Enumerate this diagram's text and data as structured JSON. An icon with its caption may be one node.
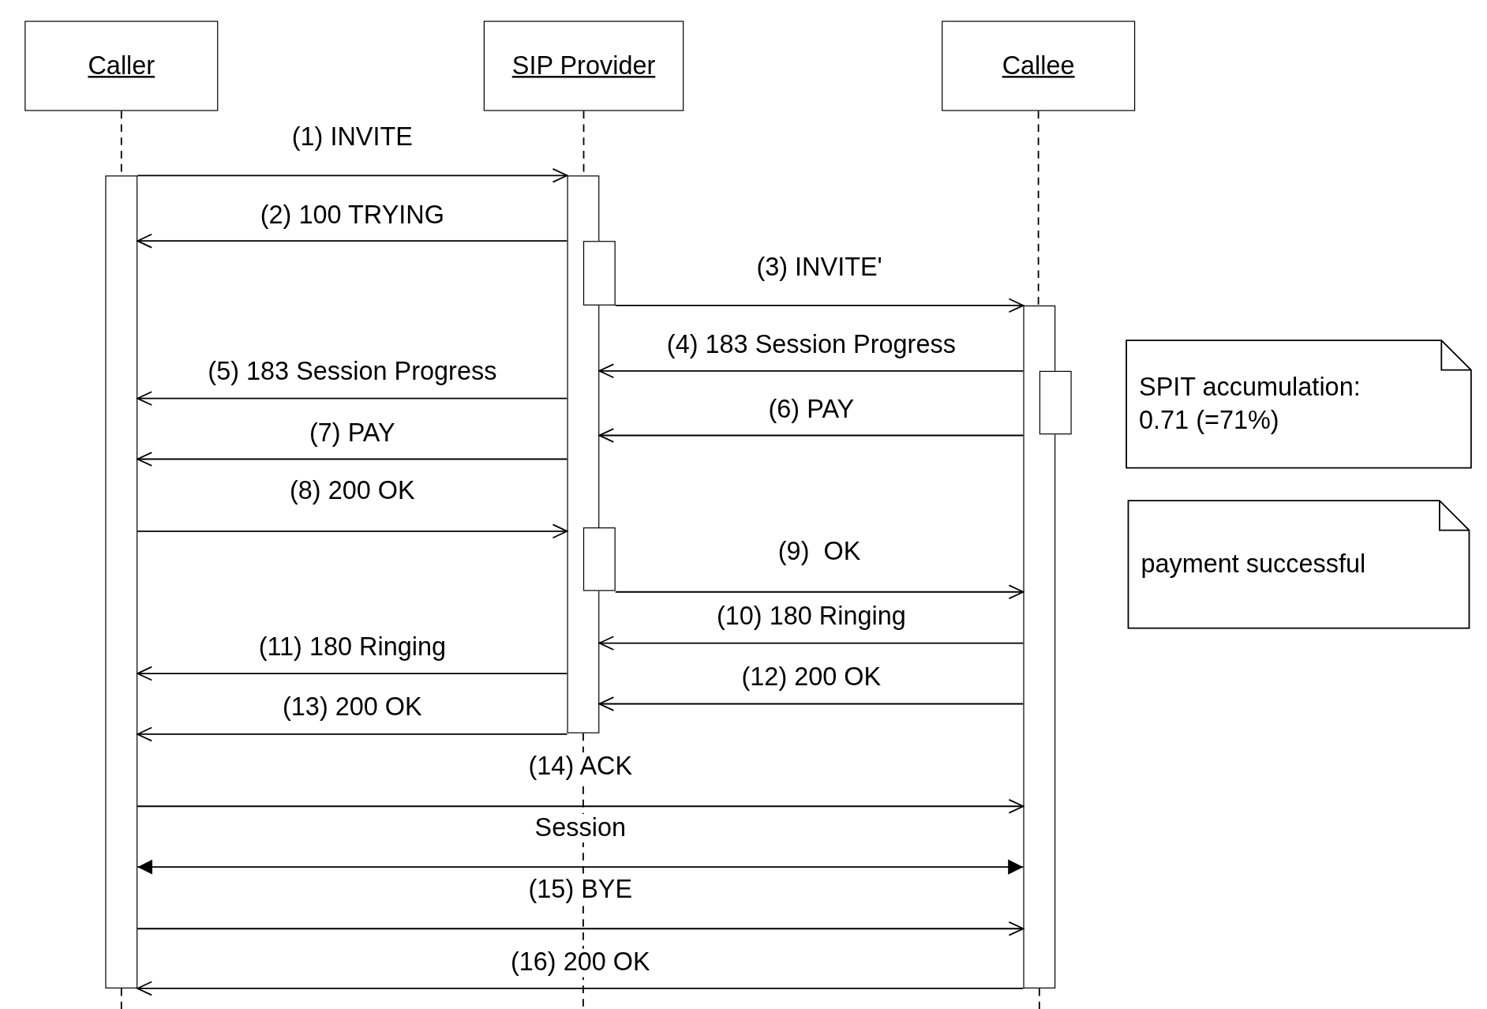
{
  "diagram": {
    "nodes": [
      {
        "text": [
          "Caller"
        ]
      },
      {
        "text": [
          "SIP Provider"
        ]
      },
      {
        "text": [
          "Callee"
        ]
      },
      {
        "text": [
          "SPIT accumulation: 0.71 (=71%)"
        ]
      },
      {
        "text": [
          "payment successful"
        ]
      },
      {
        "text": [],
        "shape": "bar"
      },
      {
        "text": [],
        "shape": "bar"
      },
      {
        "text": [],
        "shape": "bar"
      },
      {
        "text": [],
        "shape": "bar"
      },
      {
        "text": [],
        "shape": "bar"
      },
      {
        "text": [],
        "shape": "bar"
      }
    ],
    "edges": [
      {
        "from": 0,
        "to": 5,
        "arrow": "none",
        "style": "dashed"
      },
      {
        "from": 1,
        "to": 6,
        "arrow": "none",
        "style": "dashed"
      },
      {
        "from": 2,
        "to": 9,
        "arrow": "none",
        "style": "dashed"
      },
      {
        "from": 5,
        "to": 6,
        "arrow": "to",
        "label": "(1) INVITE"
      },
      {
        "from": 6,
        "to": 5,
        "arrow": "to",
        "label": "(2) 100 TRYING"
      },
      {
        "from": 7,
        "to": 9,
        "arrow": "to",
        "label": "(3) INVITE'"
      },
      {
        "from": 9,
        "to": 6,
        "arrow": "to",
        "label": "(4) 183 Session Progress"
      },
      {
        "from": 6,
        "to": 5,
        "arrow": "to",
        "label": "(5) 183 Session Progress"
      },
      {
        "from": 9,
        "to": 6,
        "arrow": "to",
        "label": "(6) PAY"
      },
      {
        "from": 6,
        "to": 5,
        "arrow": "to",
        "label": "(7) PAY"
      },
      {
        "from": 5,
        "to": 6,
        "arrow": "to",
        "label": "(8) 200 OK"
      },
      {
        "from": 8,
        "to": 9,
        "arrow": "to",
        "label": "(9)  OK"
      },
      {
        "from": 9,
        "to": 6,
        "arrow": "to",
        "label": "(10) 180 Ringing"
      },
      {
        "from": 6,
        "to": 5,
        "arrow": "to",
        "label": "(11) 180 Ringing"
      },
      {
        "from": 9,
        "to": 6,
        "arrow": "to",
        "label": "(12) 200 OK"
      },
      {
        "from": 6,
        "to": 5,
        "arrow": "to",
        "label": "(13) 200 OK"
      },
      {
        "from": 5,
        "to": 9,
        "arrow": "to",
        "label": "(14) ACK"
      },
      {
        "from": 5,
        "to": 9,
        "arrow": "both",
        "label": "Session"
      },
      {
        "from": 5,
        "to": 9,
        "arrow": "to",
        "label": "(15) BYE"
      },
      {
        "from": 9,
        "to": 5,
        "arrow": "to",
        "label": "(16) 200 OK"
      }
    ]
  }
}
